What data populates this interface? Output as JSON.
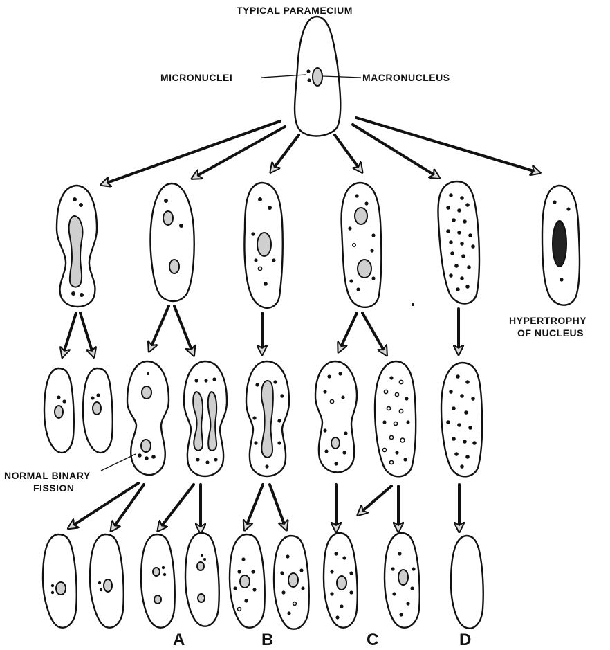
{
  "labels": {
    "title": "TYPICAL PARAMECIUM",
    "micronuclei": "MICRONUCLEI",
    "macronucleus": "MACRONUCLEUS",
    "hypertrophy_line1": "HYPERTROPHY",
    "hypertrophy_line2": "OF NUCLEUS",
    "fission_line1": "NORMAL BINARY",
    "fission_line2": "FISSION"
  },
  "column_letters": [
    "A",
    "B",
    "C",
    "D"
  ]
}
